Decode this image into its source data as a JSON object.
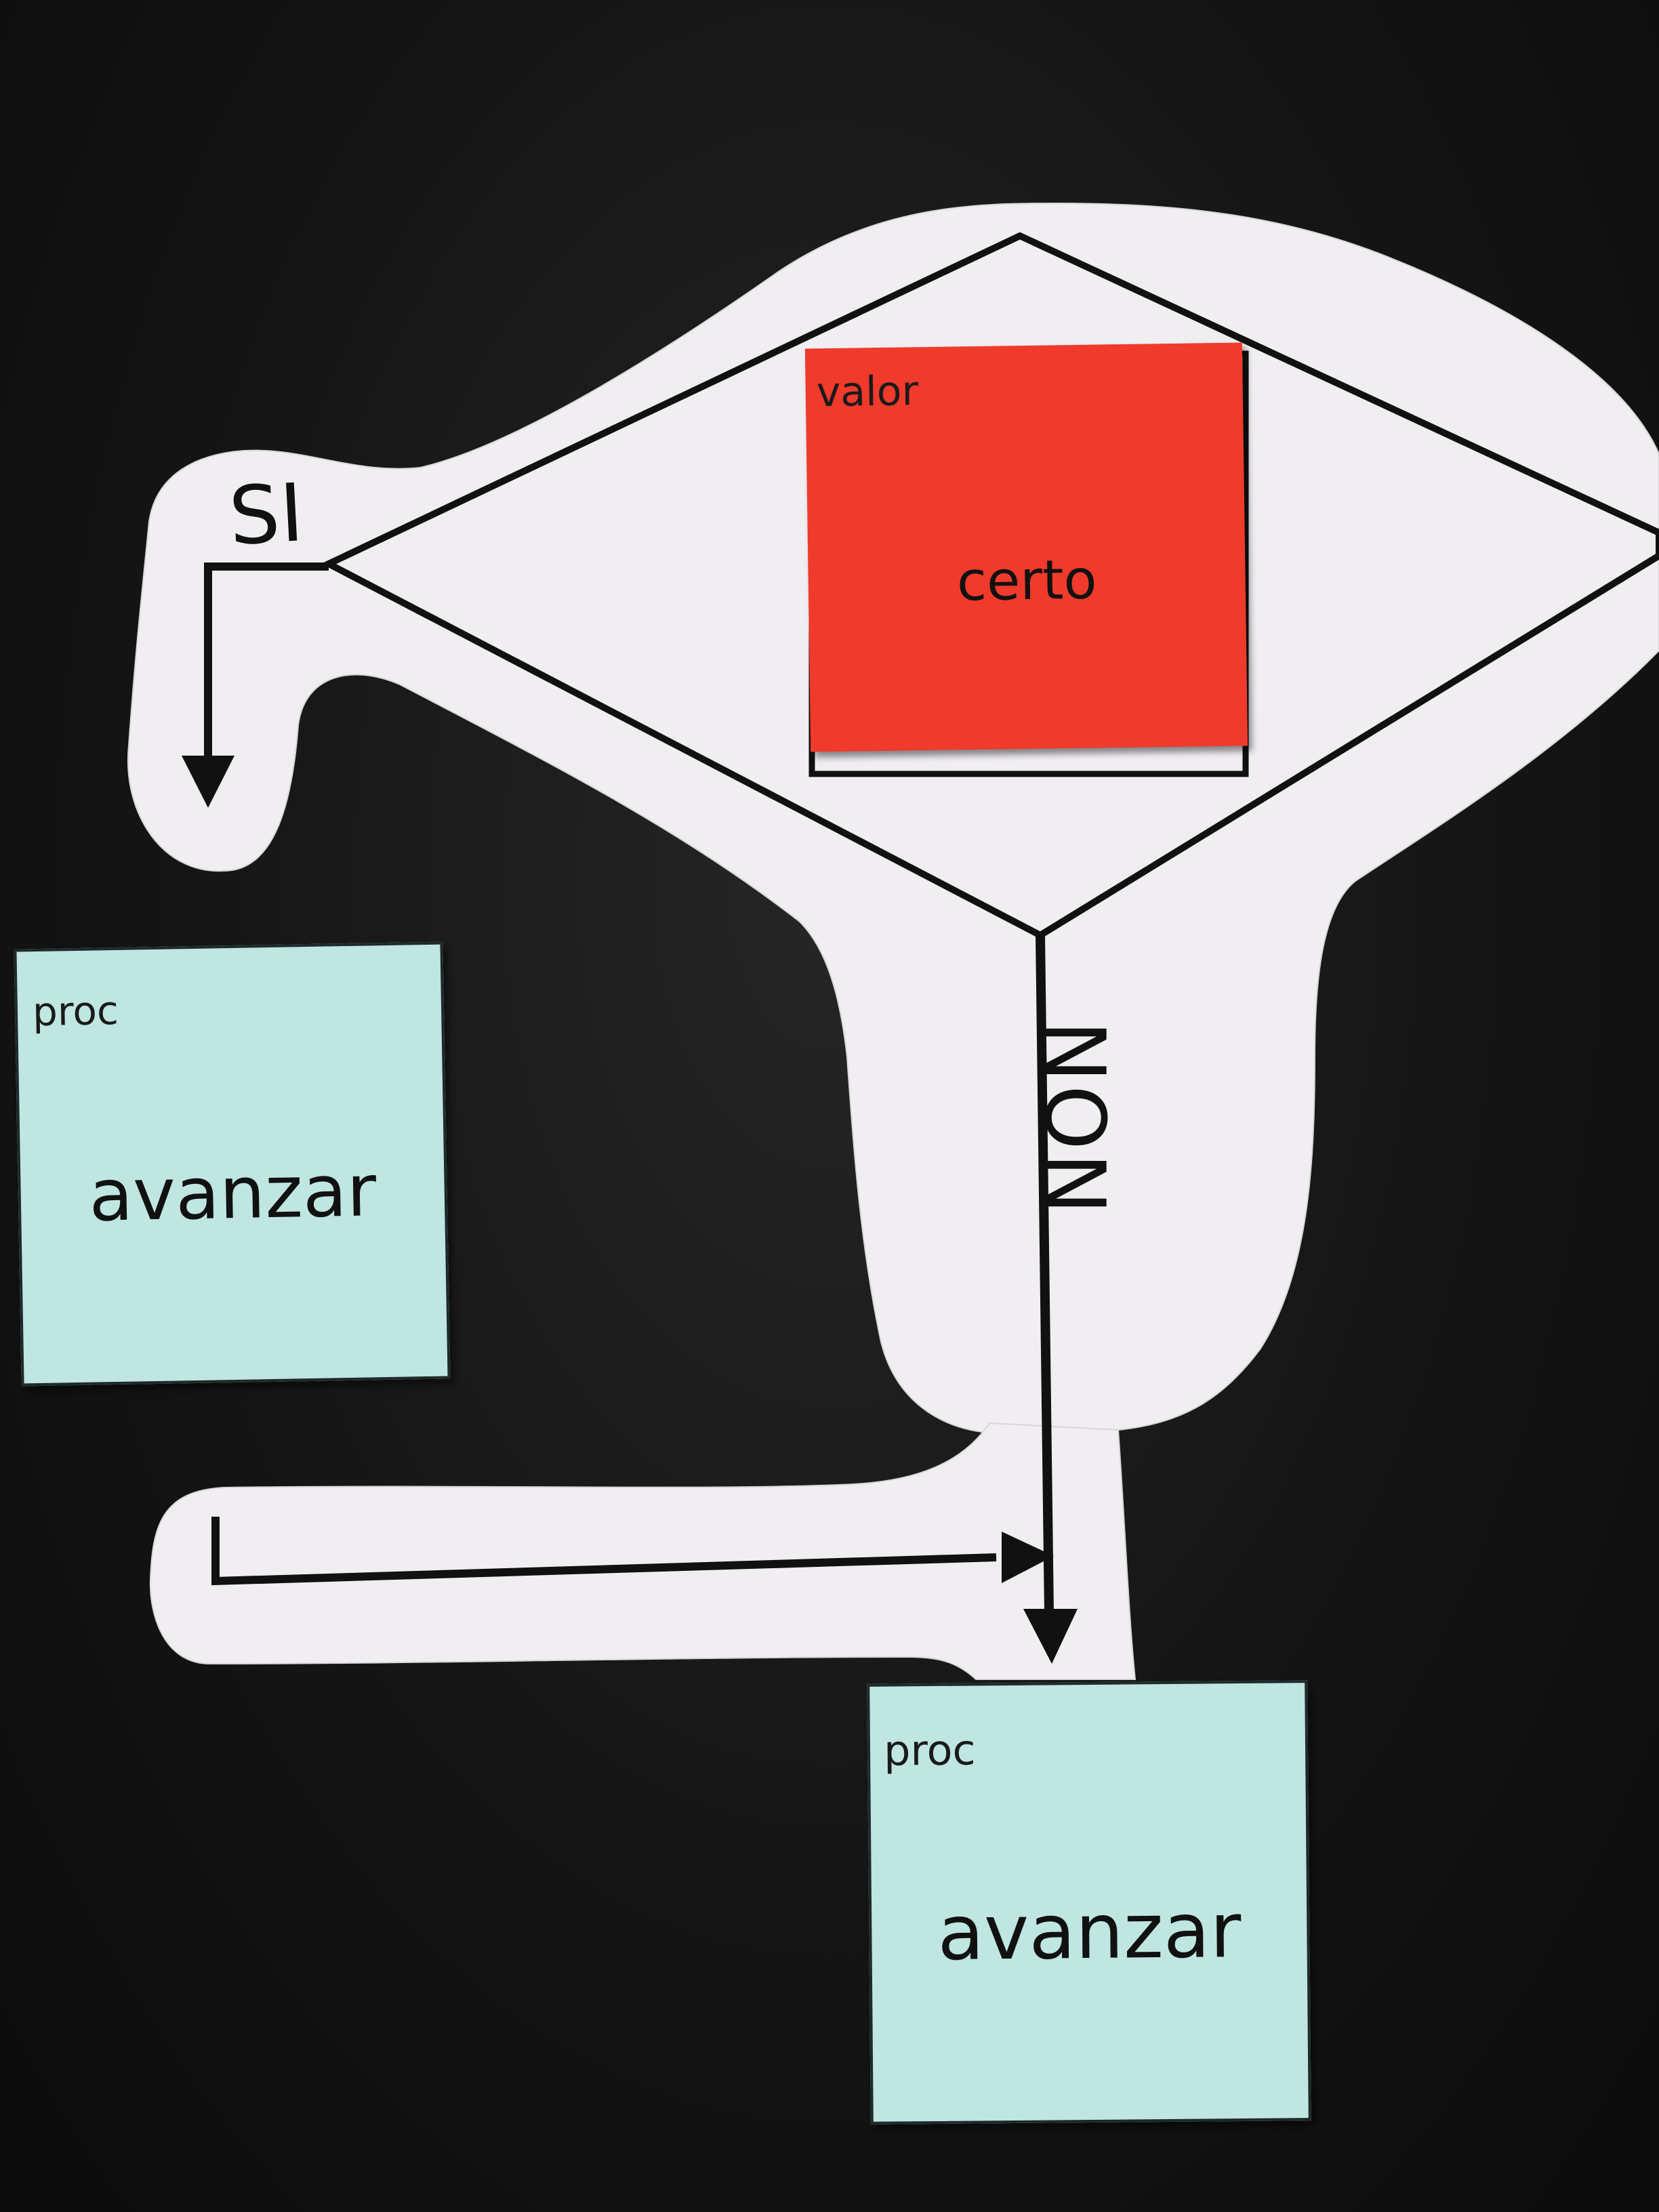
{
  "scene": {
    "background_color": "#141414",
    "paper_color": "#f1eef2"
  },
  "decision": {
    "card": {
      "kind_label": "valor",
      "value_label": "certo",
      "color": "#ef3a2c"
    },
    "yes_label": "SI",
    "no_label": "NON"
  },
  "procedures": [
    {
      "kind_label": "proc",
      "action_label": "avanzar",
      "color": "#bfe6e0"
    },
    {
      "kind_label": "proc",
      "action_label": "avanzar",
      "color": "#bfe6e0"
    }
  ],
  "icons": [
    "arrow-down-icon",
    "arrow-right-icon"
  ]
}
